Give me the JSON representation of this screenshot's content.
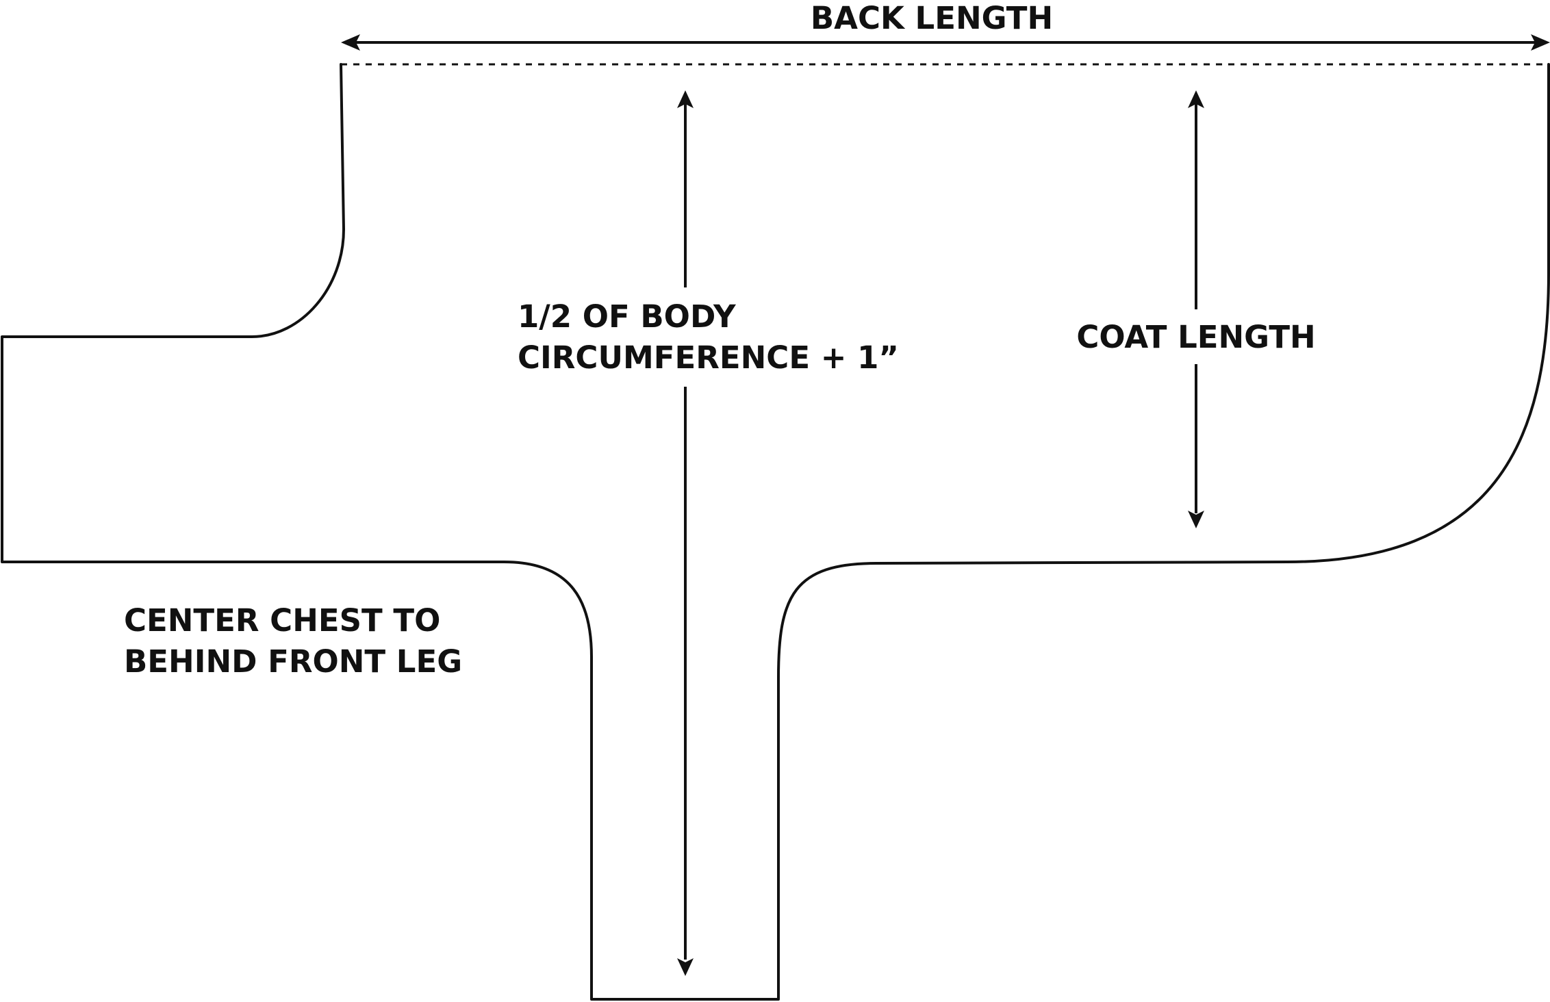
{
  "diagram": {
    "labels": {
      "back_length": "BACK LENGTH",
      "half_body_line1": "1/2 OF BODY",
      "half_body_line2": "CIRCUMFERENCE + 1”",
      "coat_length": "COAT LENGTH",
      "center_chest_line1": "CENTER CHEST TO",
      "center_chest_line2": "BEHIND FRONT LEG"
    },
    "colors": {
      "line": "#111111",
      "background": "#ffffff"
    }
  }
}
